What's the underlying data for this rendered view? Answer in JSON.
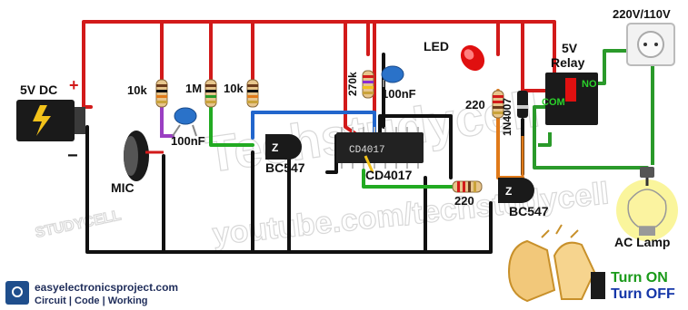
{
  "labels": {
    "supply": "5V DC",
    "plus": "+",
    "minus": "−",
    "mains": "220V/110V",
    "r1": "10k",
    "r2": "1M",
    "r3": "10k",
    "c1": "100nF",
    "mic": "MIC",
    "q1": "BC547",
    "r4": "270k",
    "c2": "100nF",
    "ic": "CD4017",
    "ic_marking": "CD4017",
    "led": "LED",
    "r5": "220",
    "diode": "1N4007",
    "relay": "5V\nRelay",
    "relay_no": "NO",
    "relay_com": "COM",
    "r6": "220",
    "q2": "BC547",
    "lamp": "AC Lamp",
    "transistor_mark": "Z"
  },
  "watermark": {
    "line1": "Techstudycell",
    "line2": "youtube.com/techstudycell",
    "stamp": "STUDYCELL"
  },
  "footer": {
    "site": "easyelectronicsproject.com",
    "tagline": "Circuit | Code | Working"
  },
  "legend": {
    "on": "Turn ON",
    "off": "Turn OFF"
  },
  "colors": {
    "wire_positive": "#d21a1a",
    "wire_ground": "#111111",
    "wire_signal_blue": "#2266cc",
    "wire_signal_green": "#22aa22",
    "wire_output_orange": "#e07a1a",
    "wire_load": "#2a9a2a",
    "led": "#e01010",
    "relay": "#222222",
    "lamp_glow": "#f5ec4a",
    "legend_on": "#1a9a1a",
    "legend_off": "#1536a8"
  }
}
